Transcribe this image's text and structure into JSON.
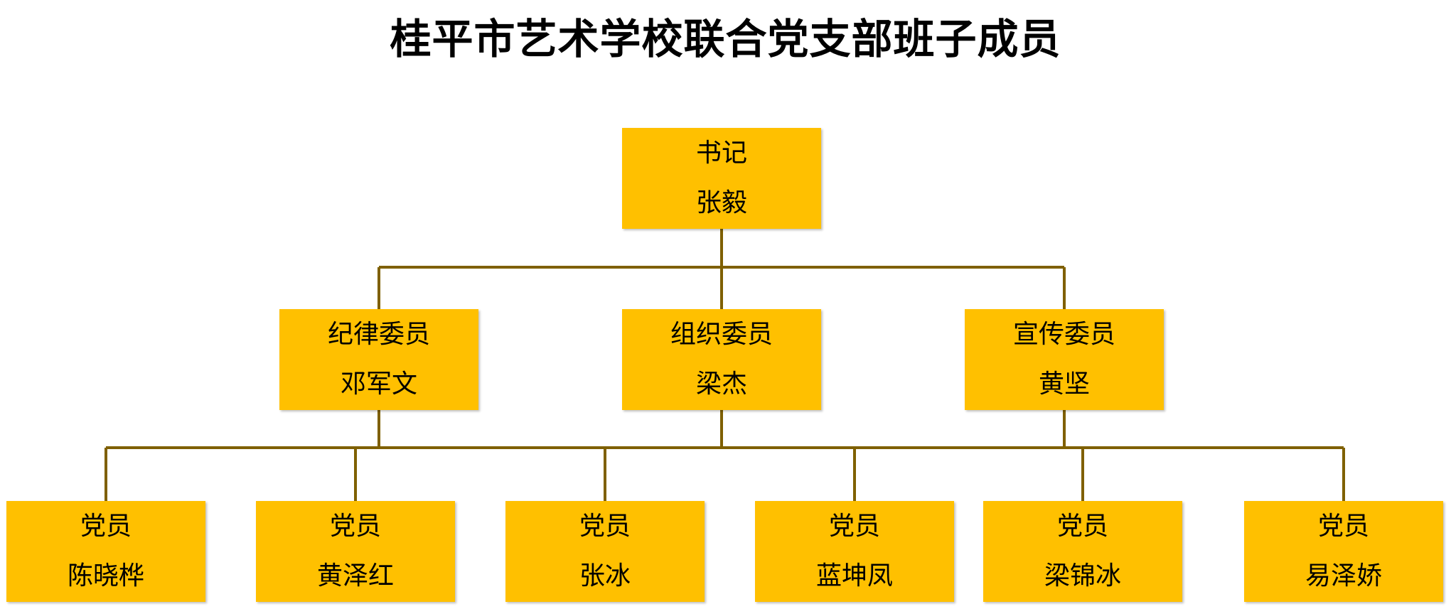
{
  "title": "桂平市艺术学校联合党支部班子成员",
  "colors": {
    "box": "#FFC000",
    "line": "#7F6000"
  },
  "secretary": {
    "role": "书记",
    "name": "张毅"
  },
  "committee": [
    {
      "role": "纪律委员",
      "name": "邓军文"
    },
    {
      "role": "组织委员",
      "name": "梁杰"
    },
    {
      "role": "宣传委员",
      "name": "黄坚"
    }
  ],
  "members": [
    {
      "role": "党员",
      "name": "陈晓桦"
    },
    {
      "role": "党员",
      "name": "黄泽红"
    },
    {
      "role": "党员",
      "name": "张冰"
    },
    {
      "role": "党员",
      "name": "蓝坤凤"
    },
    {
      "role": "党员",
      "name": "梁锦冰"
    },
    {
      "role": "党员",
      "name": "易泽娇"
    }
  ]
}
